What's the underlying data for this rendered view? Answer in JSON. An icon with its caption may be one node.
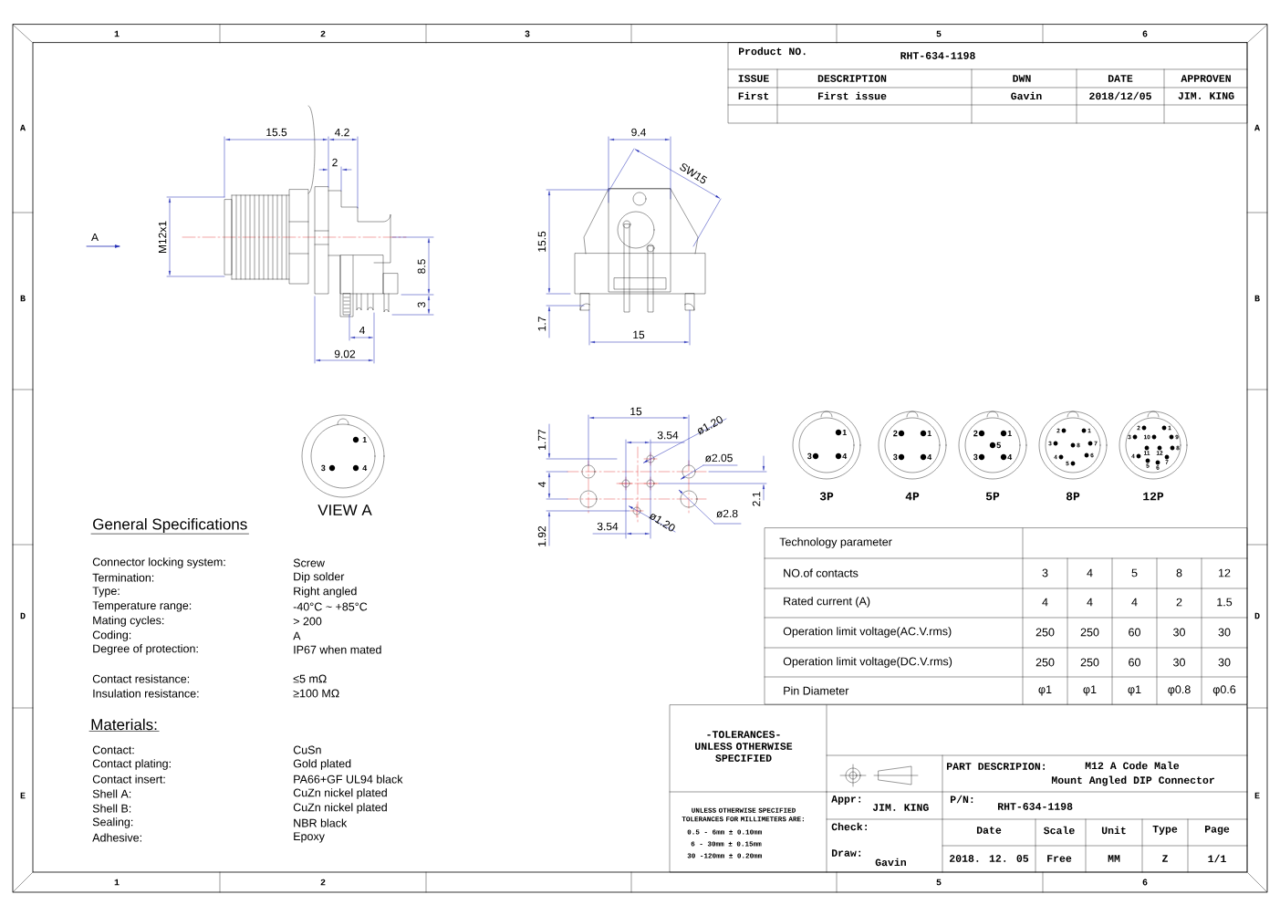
{
  "diagram": {
    "labels": [
      "1",
      "2",
      "3",
      "5",
      "6",
      "Product NO.",
      "RHT-634-1198",
      "ISSUE",
      "DESCRIPTION",
      "DWN",
      "DATE",
      "APPROVEN",
      "First",
      "First issue",
      "Gavin",
      "2018/12/05",
      "JIM. KING",
      "A",
      "B",
      "D",
      "E",
      "A",
      "B",
      "D",
      "E",
      "15.5",
      "4.2",
      "2",
      "A",
      "M12x1",
      "8.5",
      "3",
      "4",
      "9.02",
      "9.4",
      "SW15",
      "15.5",
      "1.7",
      "15",
      "VIEW A",
      "1",
      "3",
      "4",
      "15",
      "1.77",
      "3.54",
      "ø1.20",
      "ø2.05",
      "4",
      "2.1",
      "3.54",
      "ø1.20",
      "ø2.8",
      "1.92",
      "3P",
      "4P",
      "5P",
      "8P",
      "12P",
      "1",
      "3",
      "4",
      "2",
      "1",
      "3",
      "4",
      "2",
      "1",
      "5",
      "3",
      "4",
      "2",
      "1",
      "3",
      "8",
      "7",
      "4",
      "6",
      "5",
      "2",
      "1",
      "3",
      "10",
      "9",
      "11",
      "12",
      "8",
      "4",
      "5",
      "6",
      "7",
      "General Specifications",
      "Connector locking system:",
      "Screw",
      "Termination:",
      "Dip solder",
      "Type:",
      "Right angled",
      "Temperature range:",
      "-40°C ~ +85°C",
      "Mating cycles:",
      "> 200",
      "Coding:",
      "A",
      "Degree of protection:",
      "IP67 when mated",
      "Contact resistance:",
      "≤5 mΩ",
      "Insulation resistance:",
      "≥100 MΩ",
      "Materials:",
      "Contact:",
      "CuSn",
      "Contact plating:",
      "Gold plated",
      "Contact insert:",
      "PA66+GF UL94 black",
      "Shell A:",
      "CuZn nickel plated",
      "Shell B:",
      "CuZn nickel plated",
      "Sealing:",
      "NBR black",
      "Adhesive:",
      "Epoxy",
      "Technology parameter",
      "NO.of contacts",
      "3",
      "4",
      "5",
      "8",
      "12",
      "Rated current (A)",
      "4",
      "4",
      "4",
      "2",
      "1.5",
      "Operation limit voltage(AC.V.rms)",
      "250",
      "250",
      "60",
      "30",
      "30",
      "Operation limit voltage(DC.V.rms)",
      "250",
      "250",
      "60",
      "30",
      "30",
      "Pin Diameter",
      "φ1",
      "φ1",
      "φ1",
      "φ0.8",
      "φ0.6",
      "-TOLERANCES- UNLESS OTHERWISE SPECIFIED",
      "UNLESS OTHERWISE SPECIFIED TOLERANCES FOR MILLIMETERS ARE:",
      "0.5 - 6mm ± 0.10mm",
      "6 - 30mm ± 0.15mm",
      "30 -120mm ± 0.20mm",
      "PART DESCRIPION:",
      "M12 A Code Male",
      "Mount Angled DIP Connector",
      "Appr:",
      "JIM. KING",
      "P/N:",
      "RHT-634-1198",
      "Check:",
      "Date",
      "Scale",
      "Unit",
      "Type",
      "Page",
      "Draw:",
      "Gavin",
      "2018. 12. 05",
      "Free",
      "MM",
      "Z",
      "1/1",
      "1",
      "2",
      "5",
      "6"
    ]
  }
}
